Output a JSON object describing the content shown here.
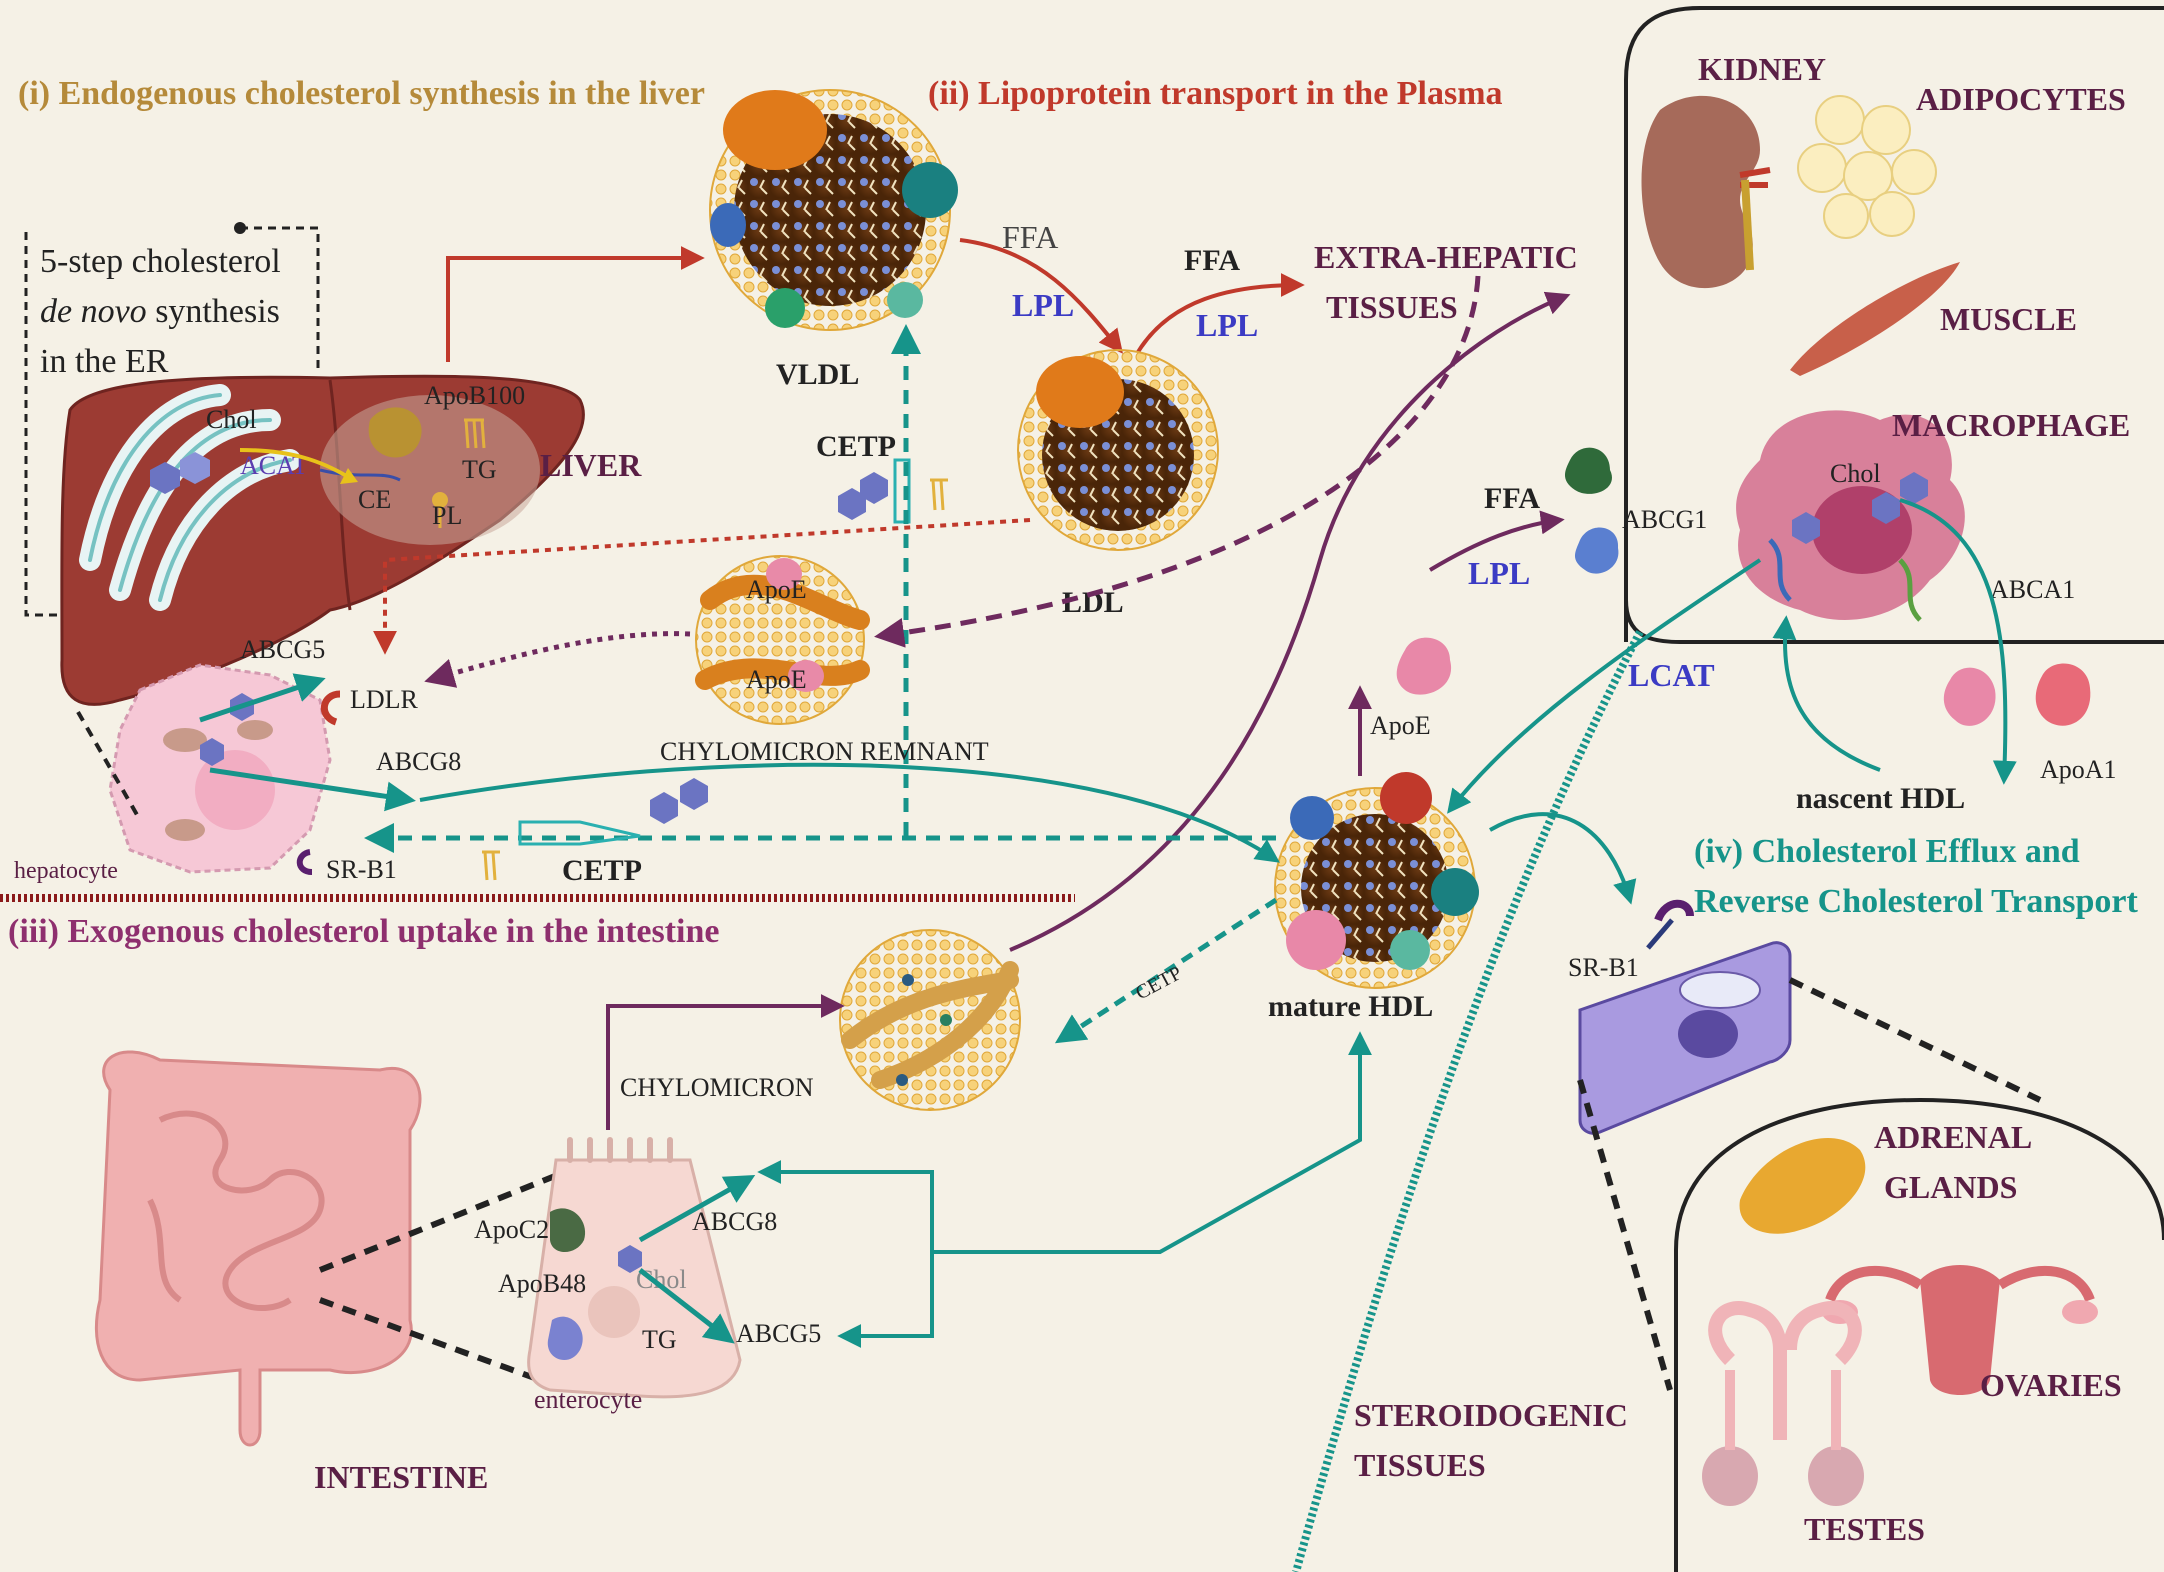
{
  "colors": {
    "background": "#f5f1e6",
    "section1": "#b58a3a",
    "section2": "#c0392b",
    "section3": "#8e2f6e",
    "section4": "#16948a",
    "organ_label": "#5a1f45",
    "lpl_blue": "#3b3bc4",
    "teal": "#16948a",
    "red_arrow": "#c0392b",
    "purple_arrow": "#6e2a5e"
  },
  "sections": {
    "s1": "(i) Endogenous cholesterol synthesis in the liver",
    "s2": "(ii) Lipoprotein  transport in the Plasma",
    "s3": "(iii) Exogenous cholesterol uptake in the intestine",
    "s4_line1": "(iv) Cholesterol Efflux and",
    "s4_line2": "Reverse Cholesterol Transport"
  },
  "er_box": {
    "line1": "5-step cholesterol",
    "line2_italic": "de novo",
    "line2_rest": " synthesis",
    "line3": "in the ER"
  },
  "liver": {
    "label": "LIVER",
    "chol": "Chol",
    "acat": "ACAT",
    "ce": "CE",
    "apob100": "ApoB100",
    "tg": "TG",
    "pl": "PL"
  },
  "hepatocyte": {
    "label": "hepatocyte",
    "abcg5": "ABCG5",
    "ldlr": "LDLR",
    "abcg8": "ABCG8",
    "srb1": "SR-B1"
  },
  "lipoproteins": {
    "vldl": "VLDL",
    "ldl": "LDL",
    "remnant": "CHYLOMICRON REMNANT",
    "remnant_apoe_top": "ApoE",
    "remnant_apoe_bottom": "ApoE",
    "chylomicron": "CHYLOMICRON",
    "mature_hdl": "mature HDL",
    "nascent_hdl": "nascent HDL"
  },
  "plasma": {
    "ffa_1": "FFA",
    "lpl_1": "LPL",
    "ffa_2": "FFA",
    "lpl_2": "LPL",
    "ffa_3": "FFA",
    "lpl_3": "LPL",
    "extra_hepatic_1": "EXTRA-HEPATIC",
    "extra_hepatic_2": "TISSUES",
    "cetp_top": "CETP",
    "cetp_bottom": "CETP",
    "cetp_small": "CETP",
    "apoe": "ApoE",
    "apoa1": "ApoA1",
    "lcat": "LCAT"
  },
  "peripheral": {
    "kidney": "KIDNEY",
    "adipocytes": "ADIPOCYTES",
    "muscle": "MUSCLE",
    "macrophage": "MACROPHAGE",
    "abcg1": "ABCG1",
    "abca1": "ABCA1",
    "chol": "Chol"
  },
  "steroidogenic": {
    "label1": "STEROIDOGENIC",
    "label2": "TISSUES",
    "srb1": "SR-B1",
    "adrenal1": "ADRENAL",
    "adrenal2": "GLANDS",
    "ovaries": "OVARIES",
    "testes": "TESTES"
  },
  "intestine": {
    "label": "INTESTINE",
    "enterocyte": "enterocyte",
    "apoc2": "ApoC2",
    "apob48": "ApoB48",
    "chol": "Chol",
    "tg": "TG",
    "abcg8": "ABCG8",
    "abcg5": "ABCG5"
  }
}
